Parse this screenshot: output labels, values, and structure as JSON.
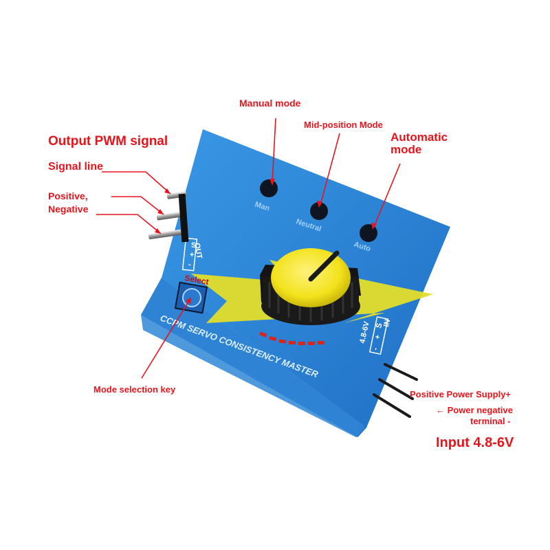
{
  "labels": {
    "output_pwm": "Output PWM signal",
    "signal_line": "Signal line",
    "positive": "Positive,",
    "negative": "Negative",
    "manual_mode": "Manual mode",
    "mid_position_mode": "Mid-position Mode",
    "automatic_mode": "Automatic mode",
    "mode_selection_key": "Mode selection key",
    "positive_power_supply": "Positive Power Supply+",
    "power_negative_line1": "← Power negative",
    "power_negative_line2": "terminal -",
    "input_voltage": "Input 4.8-6V"
  },
  "device": {
    "led_man": "Man",
    "led_neutral": "Neutral",
    "led_auto": "Auto",
    "out_label": "OUT",
    "out_pins": [
      "S",
      "+",
      "-"
    ],
    "in_label": "IN",
    "in_voltage": "4.8-6V",
    "in_pins": [
      "S",
      "+",
      "-"
    ],
    "select_label": "Select",
    "brand_text": "CCPM SERVO CONSISTENCY MASTER"
  },
  "colors": {
    "label_red": "#e8141b",
    "board_blue": "#2f86d6",
    "bolt_yellow": "#e2de2a",
    "knob_yellow": "#f3e51f"
  }
}
